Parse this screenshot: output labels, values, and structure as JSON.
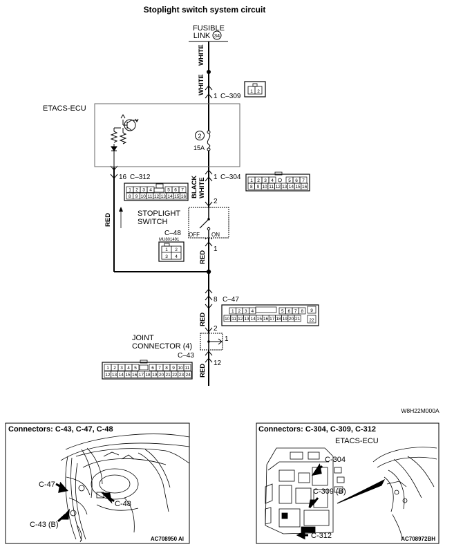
{
  "title": "Stoplight switch  system circuit",
  "fusible_link": {
    "line1": "FUSIBLE",
    "line2": "LINK",
    "number": "34"
  },
  "wire_colors": {
    "white": "WHITE",
    "black": "BLACK",
    "red": "RED"
  },
  "pins": {
    "c309_pin": "1",
    "c309_label": "C–309",
    "c304_pin": "1",
    "c304_label": "C–304",
    "c312_pin": "16",
    "c312_label": "C–312",
    "switch_top": "2",
    "switch_bottom": "1",
    "c47_pin": "8",
    "c47_label": "C–47",
    "joint_top": "2",
    "joint_right": "1",
    "joint_bottom": "12",
    "c48_label": "C–48",
    "c43_label": "C–43"
  },
  "etacs": {
    "label": "ETACS-ECU",
    "fuse_number": "2",
    "fuse_rating": "15A"
  },
  "stoplight_switch": {
    "line1": "STOPLIGHT",
    "line2": "SWITCH",
    "off": "OFF",
    "on": "ON"
  },
  "joint_connector": {
    "line1": "JOINT",
    "line2": "CONNECTOR (4)"
  },
  "c48_part": "MU801491",
  "connector_faces": {
    "c309": [
      "1",
      "2"
    ],
    "c304_top": [
      "1",
      "2",
      "3",
      "4",
      "5",
      "6",
      "7"
    ],
    "c304_bottom": [
      "8",
      "9",
      "10",
      "11",
      "12",
      "13",
      "14",
      "15",
      "16"
    ],
    "c312_top": [
      "1",
      "2",
      "3",
      "4",
      "5",
      "6",
      "7"
    ],
    "c312_bottom": [
      "8",
      "9",
      "10",
      "11",
      "12",
      "13",
      "14",
      "15",
      "16"
    ],
    "c48_top": [
      "1",
      "2"
    ],
    "c48_bottom": [
      "3",
      "4"
    ],
    "c47_top": [
      "1",
      "2",
      "3",
      "4",
      "5",
      "6",
      "7",
      "8"
    ],
    "c47_side_top": "9",
    "c47_bottom": [
      "10",
      "11",
      "12",
      "13",
      "14",
      "15",
      "16",
      "17",
      "18",
      "19",
      "20",
      "21"
    ],
    "c47_side_bottom": "22",
    "c43_top": [
      "1",
      "2",
      "3",
      "4",
      "5",
      "6",
      "7",
      "8",
      "9",
      "10",
      "11"
    ],
    "c43_bottom": [
      "12",
      "13",
      "14",
      "15",
      "16",
      "17",
      "18",
      "19",
      "20",
      "21",
      "22",
      "23",
      "24"
    ]
  },
  "diagram_code": "W8H22M000A",
  "panel_left": {
    "title": "Connectors: C-43, C-47, C-48",
    "labels": [
      "C-47",
      "C-48",
      "C-43 (B)"
    ],
    "code": "AC708950 AI"
  },
  "panel_right": {
    "title": "Connectors: C-304, C-309, C-312",
    "ecu_label": "ETACS-ECU",
    "labels": [
      "C-304",
      "C-309 (B)",
      "C-312"
    ],
    "code": "AC708972BH"
  }
}
